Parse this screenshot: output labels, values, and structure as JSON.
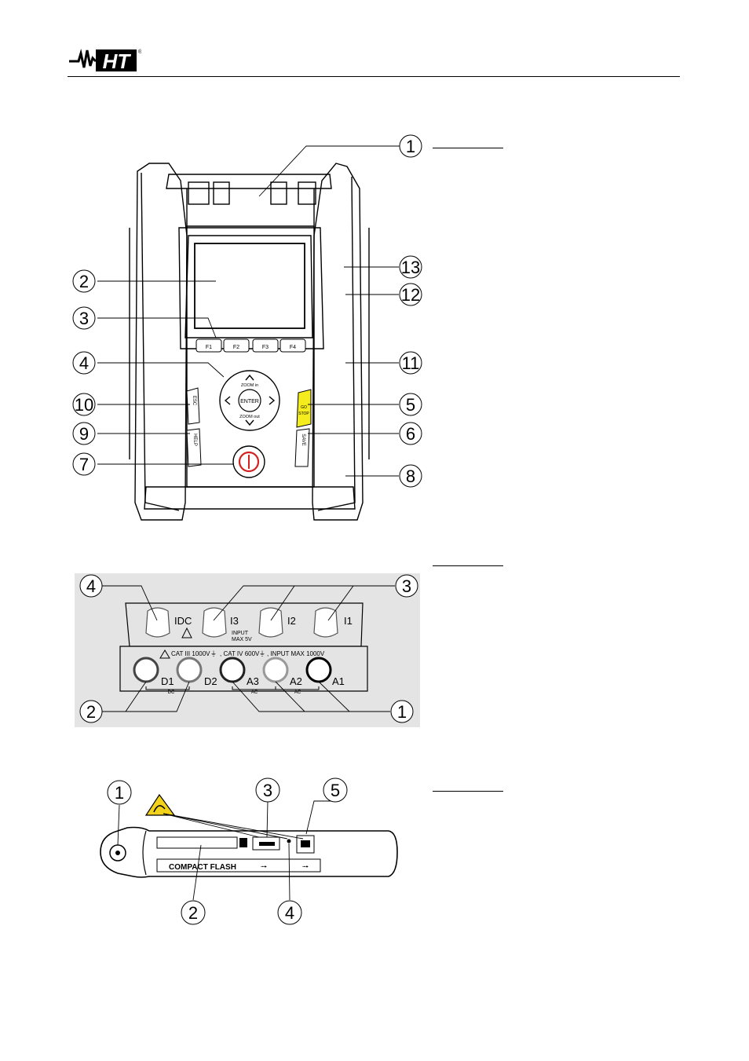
{
  "header": {
    "logo_text": "HT",
    "logo_mark": "®"
  },
  "figure1": {
    "callouts": [
      "1",
      "2",
      "3",
      "4",
      "10",
      "9",
      "7",
      "13",
      "12",
      "11",
      "5",
      "6",
      "8"
    ],
    "keys": {
      "f1": "F1",
      "f2": "F2",
      "f3": "F3",
      "f4": "F4",
      "zoom_in": "ZOOM in",
      "enter": "ENTER",
      "zoom_out": "ZOOM out",
      "esc": "ESC",
      "help": "HELP",
      "go_stop_1": "GO",
      "go_stop_2": "STOP",
      "save": "SAVE"
    }
  },
  "figure2": {
    "callouts": [
      "4",
      "3",
      "2",
      "1"
    ],
    "labels": {
      "idc": "IDC",
      "i3": "I3",
      "i2": "I2",
      "i1": "I1",
      "input_1": "INPUT",
      "input_2": "MAX 5V",
      "cat_text": "CAT III 1000V",
      "cat_text2": ", CAT IV  600V",
      "cat_text3": ", INPUT MAX 1000V",
      "d1": "D1",
      "d2": "D2",
      "a3": "A3",
      "a2": "A2",
      "a1": "A1",
      "dc": "DC",
      "ac1": "AC",
      "ac2": "AC"
    }
  },
  "figure3": {
    "callouts": [
      "1",
      "3",
      "5",
      "2",
      "4"
    ],
    "slot_label": "COMPACT FLASH"
  },
  "colors": {
    "go_stop_key": "#f5ec1e",
    "power_ring": "#d42020",
    "panel_gray": "#e4e4e4",
    "esd_warning": "#f2d21a"
  }
}
